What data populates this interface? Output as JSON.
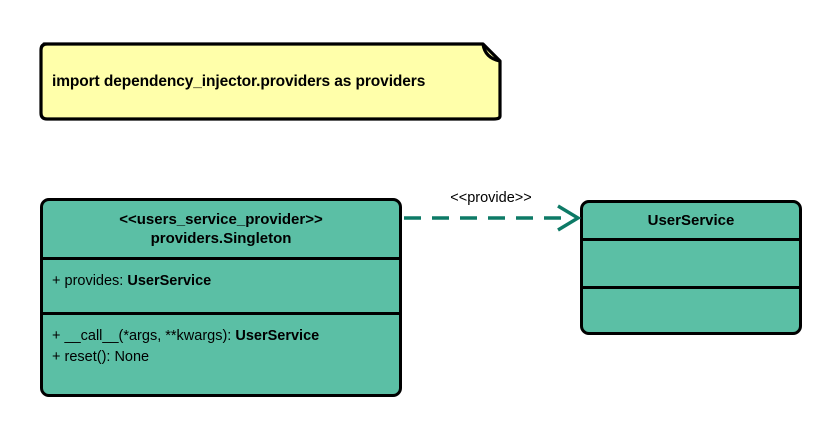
{
  "diagram": {
    "type": "uml-class-diagram",
    "colors": {
      "note_fill": "#ffffaa",
      "class_fill": "#5bbfa5",
      "border": "#000000",
      "connector": "#0d7a66"
    },
    "note": {
      "text": "import dependency_injector.providers as providers"
    },
    "classes": [
      {
        "id": "users_service_provider",
        "stereotype": "<<users_service_provider>>",
        "name": "providers.Singleton",
        "attributes": [
          {
            "visibility": "+",
            "label": "provides: ",
            "type": "UserService"
          }
        ],
        "methods": [
          {
            "visibility": "+",
            "label": "__call__(*args, **kwargs): ",
            "type": "UserService"
          },
          {
            "visibility": "+",
            "label": "reset(): None",
            "type": ""
          }
        ]
      },
      {
        "id": "user_service",
        "stereotype": "",
        "name": "UserService",
        "attributes": [],
        "methods": []
      }
    ],
    "connector": {
      "label": "<<provide>>",
      "style": "dashed",
      "arrow": "open",
      "source": "users_service_provider",
      "target": "user_service"
    }
  }
}
